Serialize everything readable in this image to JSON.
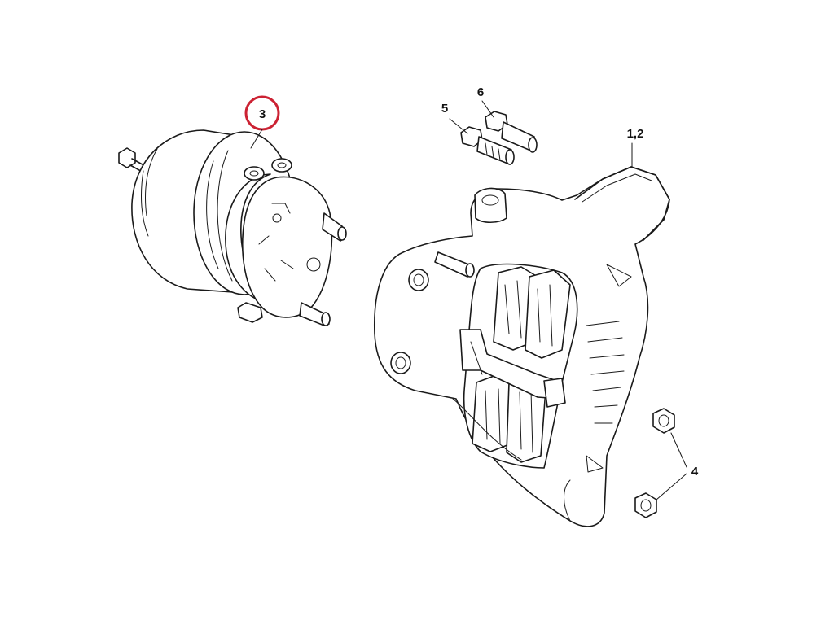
{
  "callouts": {
    "c1": "3",
    "c2": "5",
    "c3": "6",
    "c4": "1,2",
    "c5": "4"
  },
  "colors": {
    "line": "#1a1a1a",
    "highlight": "#cc2233",
    "background": "#ffffff"
  }
}
